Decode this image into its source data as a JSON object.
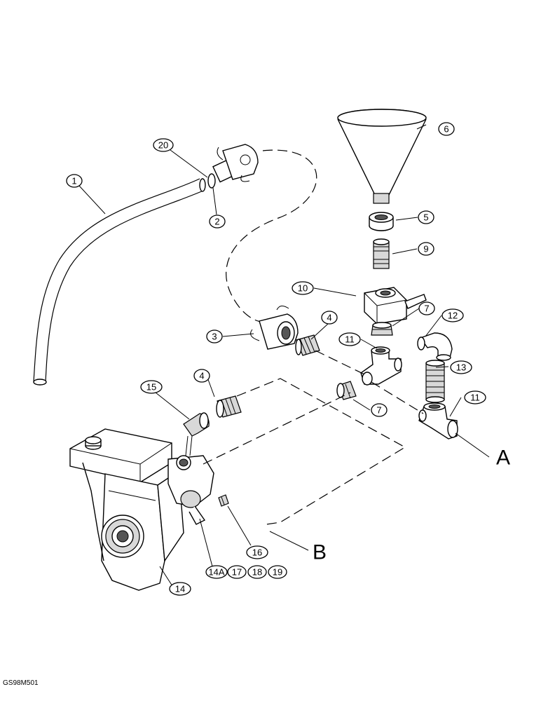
{
  "callouts": {
    "c1": "1",
    "c2": "2",
    "c3": "3",
    "c4a": "4",
    "c4b": "4",
    "c5": "5",
    "c6": "6",
    "c7a": "7",
    "c7b": "7",
    "c9": "9",
    "c10": "10",
    "c11a": "11",
    "c11b": "11",
    "c12": "12",
    "c13": "13",
    "c14": "14",
    "c14a": "14A",
    "c15": "15",
    "c16": "16",
    "c17": "17",
    "c18": "18",
    "c19": "19",
    "c20": "20"
  },
  "reference_letters": {
    "a": "A",
    "b": "B"
  },
  "figure_code": "GS98M501"
}
